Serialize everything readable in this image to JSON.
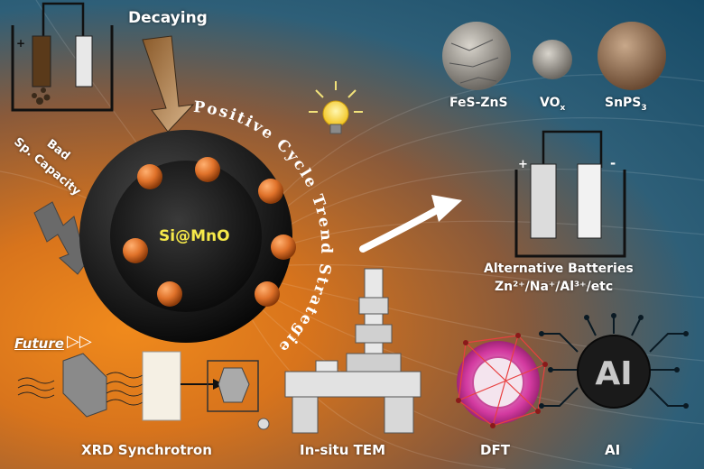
{
  "texts": {
    "decaying": "Decaying",
    "bad": "Bad",
    "sp_capacity": "Sp. Capacity",
    "core": "Si@MnO",
    "arc_label": "Positive Cycle Trend Strategies",
    "fes_zns": "FeS-ZnS",
    "vox_base": "VO",
    "vox_sub": "x",
    "snps_base": "SnPS",
    "snps_sub": "3",
    "alt_title": "Alternative Batteries",
    "alt_ions": "Zn²⁺/Na⁺/Al³⁺/etc",
    "future": "Future",
    "future_arrows": "▷▷",
    "xrd": "XRD Synchrotron",
    "tem": "In-situ TEM",
    "dft": "DFT",
    "ai_label": "AI",
    "ai_chip": "AI",
    "plus": "+",
    "minus": "-"
  },
  "colors": {
    "orange": "#f08a1c",
    "teal": "#164a66",
    "sphere": "#e0722a",
    "core_text": "#f6e94a"
  }
}
